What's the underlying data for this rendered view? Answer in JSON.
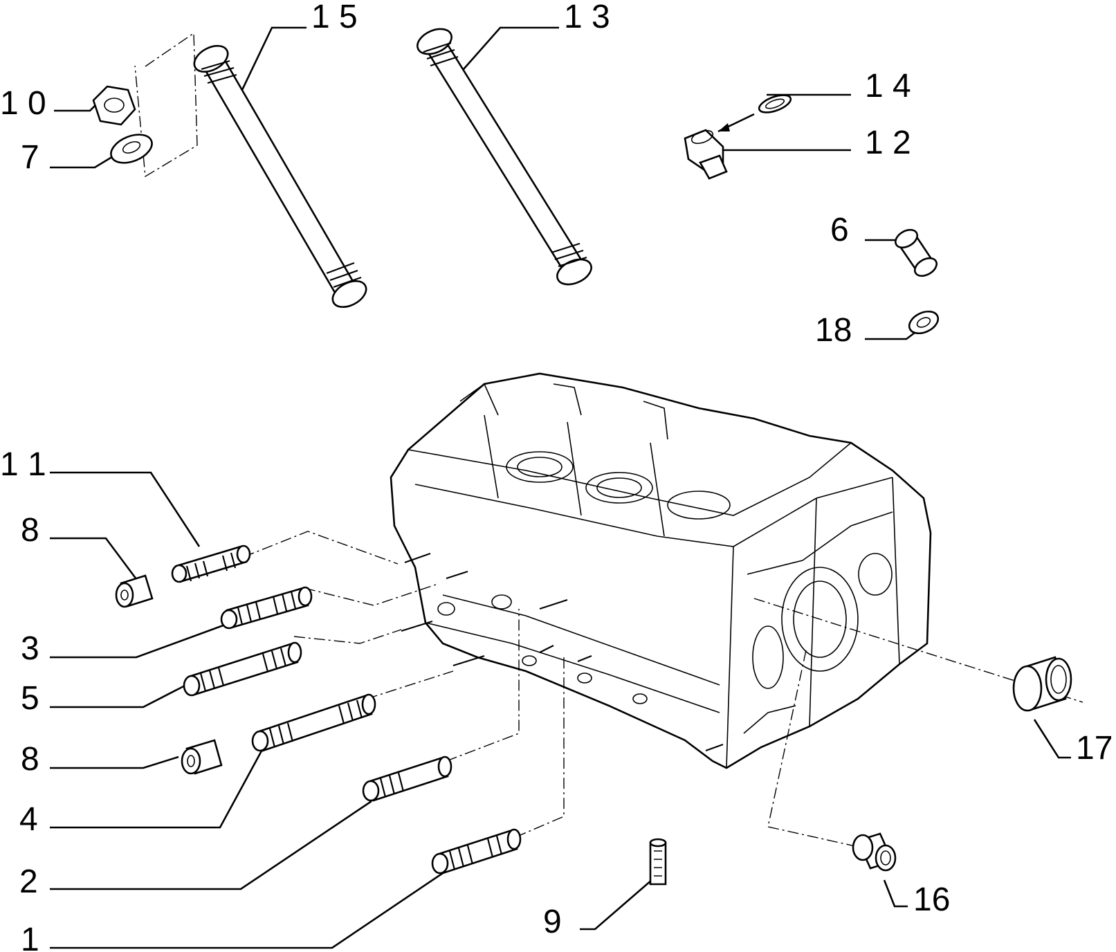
{
  "callouts": {
    "n1": "1",
    "n2": "2",
    "n3": "3",
    "n4": "4",
    "n5": "5",
    "n6": "6",
    "n7": "7",
    "n8a": "8",
    "n8b": "8",
    "n9": "9",
    "n10": "1 0",
    "n11": "1 1",
    "n12": "1 2",
    "n13": "1 3",
    "n14": "1 4",
    "n15": "1 5",
    "n16": "16",
    "n17": "17",
    "n18": "18"
  },
  "colors": {
    "ink": "#000000",
    "paper": "#ffffff"
  }
}
